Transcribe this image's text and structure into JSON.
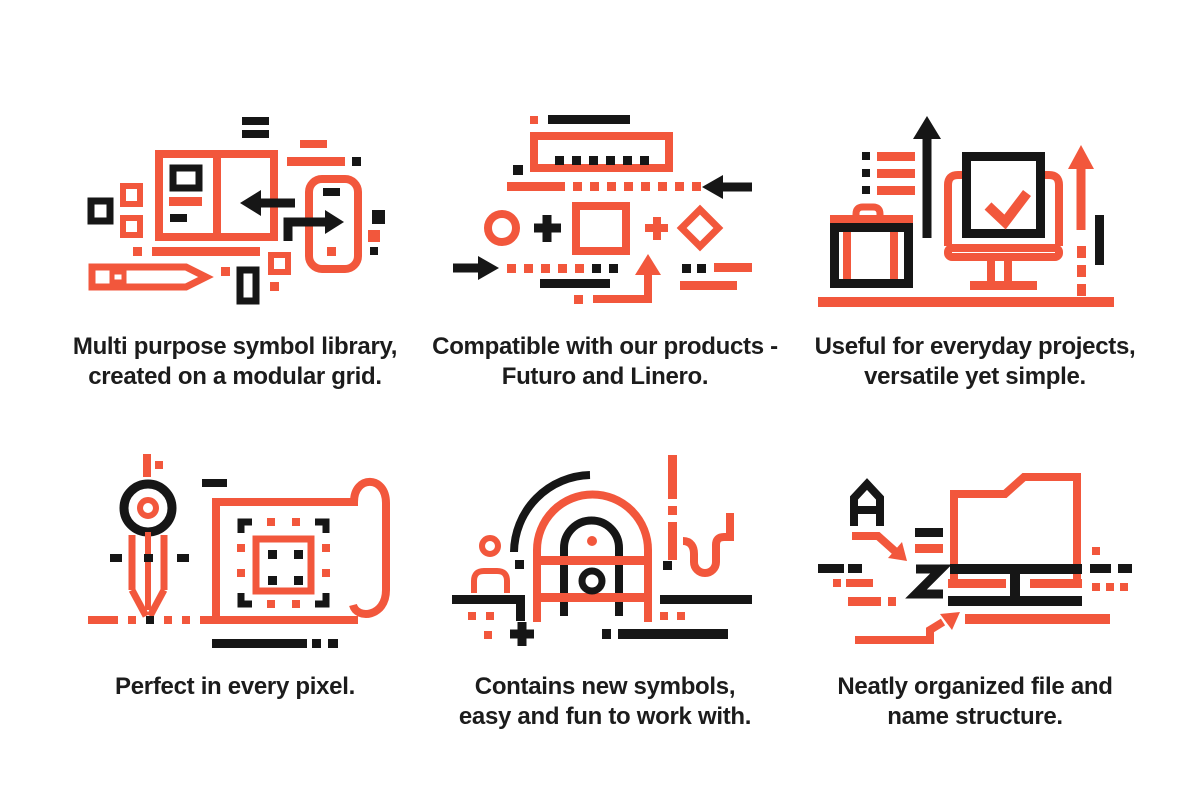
{
  "colors": {
    "accent_red": "#F2573C",
    "ink_black": "#161616",
    "text": "#1C1C1C",
    "background": "#FFFFFF"
  },
  "features": [
    {
      "name": "symbol-library",
      "icon": "modular-grid-illustration",
      "lines": [
        "Multi purpose symbol library,",
        "created on a modular grid."
      ]
    },
    {
      "name": "compatibility",
      "icon": "symbols-arrows-illustration",
      "lines": [
        "Compatible with our products -",
        "Futuro and Linero."
      ]
    },
    {
      "name": "everyday-projects",
      "icon": "desk-monitor-briefcase-illustration",
      "lines": [
        "Useful for everyday projects,",
        "versatile yet simple."
      ]
    },
    {
      "name": "pixel-perfect",
      "icon": "compass-blueprint-illustration",
      "lines": [
        "Perfect in every pixel."
      ]
    },
    {
      "name": "new-symbols",
      "icon": "arch-doorway-illustration",
      "lines": [
        "Contains new symbols,",
        "easy and fun to work with."
      ]
    },
    {
      "name": "file-structure",
      "icon": "a-to-z-folder-illustration",
      "lines": [
        "Neatly organized file and",
        "name structure."
      ]
    }
  ]
}
